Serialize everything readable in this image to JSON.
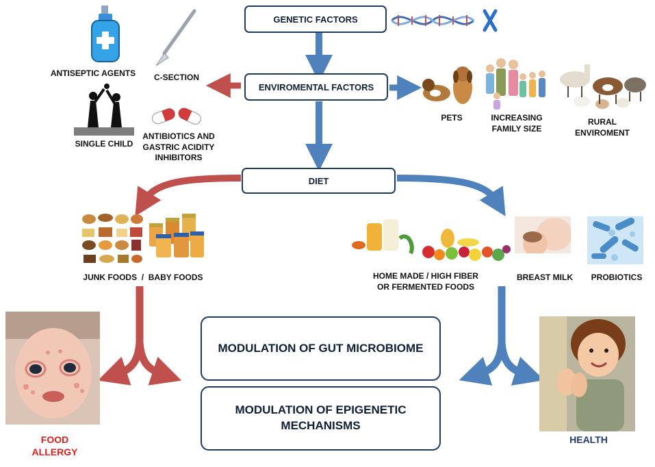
{
  "boxes": {
    "genetic": "GENETIC FACTORS",
    "environmental": "ENVIROMENTAL FACTORS",
    "diet": "DIET",
    "gut": "MODULATION OF GUT MICROBIOME",
    "epigenetic_1": "MODULATION OF EPIGENETIC",
    "epigenetic_2": "MECHANISMS"
  },
  "labels": {
    "antiseptic": "ANTISEPTIC AGENTS",
    "csection": "C-SECTION",
    "single_child": "SINGLE CHILD",
    "antibiotics_1": "ANTIBIOTICS AND",
    "antibiotics_2": "GASTRIC ACIDITY",
    "antibiotics_3": "INHIBITORS",
    "pets": "PETS",
    "family_1": "INCREASING",
    "family_2": "FAMILY SIZE",
    "rural_1": "RURAL",
    "rural_2": "ENVIROMENT",
    "junk": "JUNK FOODS  /  BABY FOODS",
    "homemade_1": "HOME MADE / HIGH FIBER",
    "homemade_2": "OR FERMENTED FOODS",
    "breast_milk": "BREAST MILK",
    "probiotics": "PROBIOTICS"
  },
  "outcomes": {
    "allergy_1": "FOOD",
    "allergy_2": "ALLERGY",
    "health": "HEALTH"
  },
  "colors": {
    "red_arrow": "#c0504d",
    "blue_arrow": "#4f81bd",
    "box_border": "#1f3a5f",
    "allergy_text": "#e0201b",
    "health_text": "#1f3a7a"
  }
}
